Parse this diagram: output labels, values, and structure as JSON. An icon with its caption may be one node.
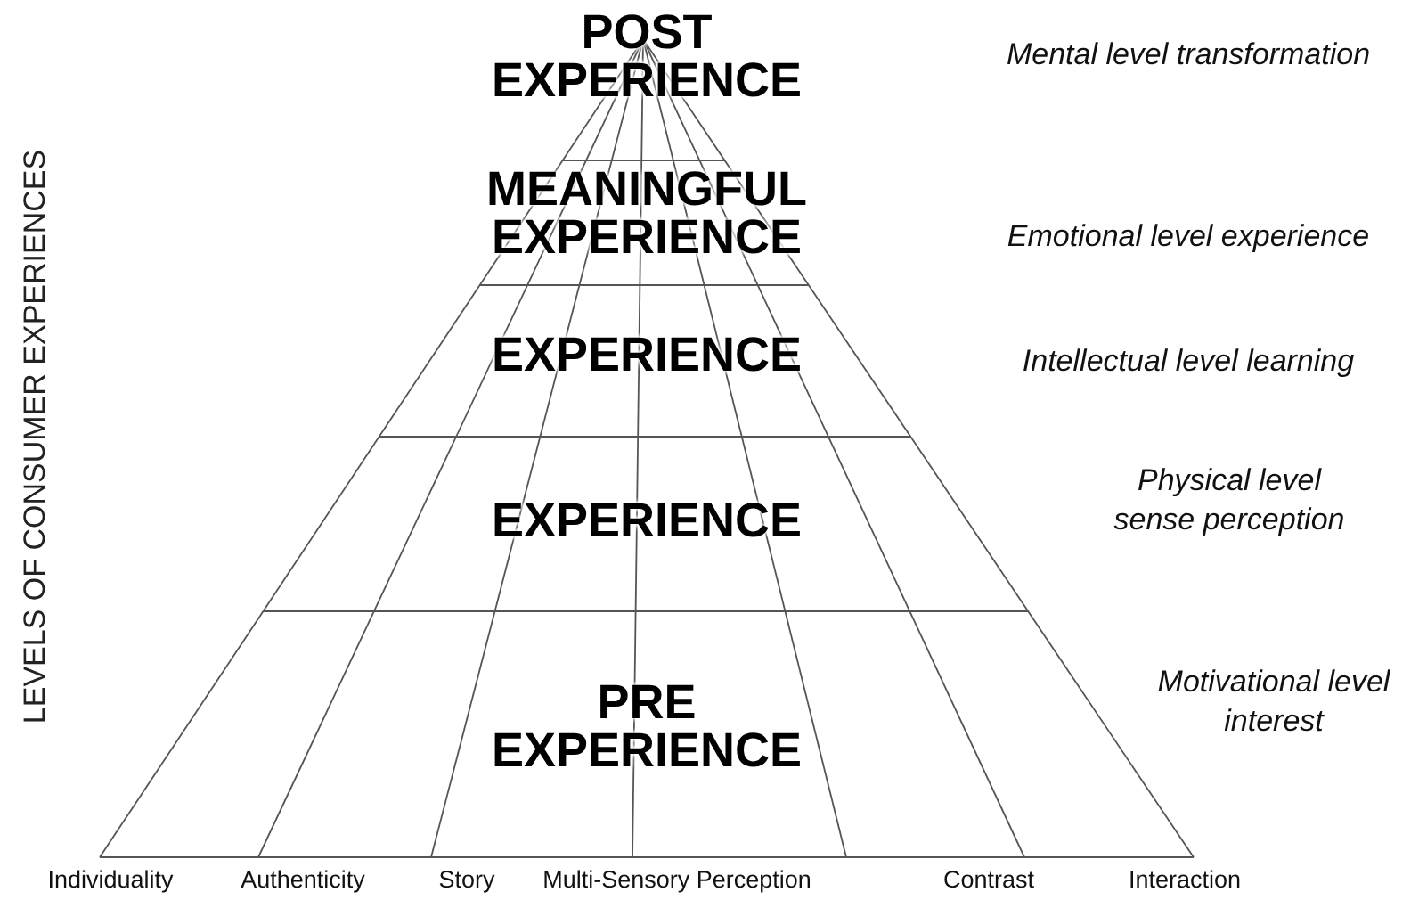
{
  "diagram": {
    "nodes": [
      {
        "text": [
          "POST EXPERIENCE"
        ]
      },
      {
        "text": [
          "MEANINGFUL EXPERIENCE"
        ]
      },
      {
        "text": [
          "EXPERIENCE"
        ]
      },
      {
        "text": [
          "EXPERIENCE"
        ]
      },
      {
        "text": [
          "PRE EXPERIENCE"
        ]
      }
    ],
    "labels": [
      "LEVELS OF CONSUMER EXPERIENCES",
      "Mental level transformation",
      "Emotional level experience",
      "Intellectual level learning",
      "Physical level sense perception",
      "Motivational level interest",
      "Individuality",
      "Authenticity",
      "Story",
      "Multi-Sensory Perception",
      "Contrast",
      "Interaction"
    ]
  }
}
